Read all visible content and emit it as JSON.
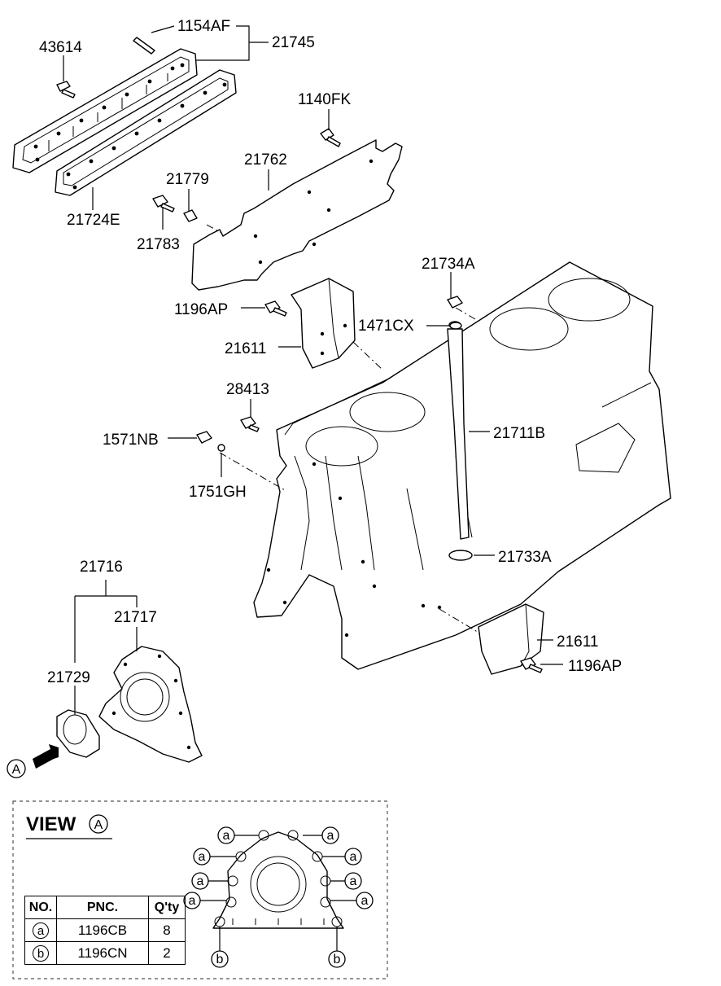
{
  "callouts": {
    "p43614": "43614",
    "p1154AF": "1154AF",
    "p21745": "21745",
    "p21724E": "21724E",
    "p1140FK": "1140FK",
    "p21762": "21762",
    "p21779": "21779",
    "p21783": "21783",
    "p21734A": "21734A",
    "p1196AP_top": "1196AP",
    "p1471CX": "1471CX",
    "p21611_top": "21611",
    "p28413": "28413",
    "p1571NB": "1571NB",
    "p21711B": "21711B",
    "p1751GH": "1751GH",
    "p21716": "21716",
    "p21717": "21717",
    "p21733A": "21733A",
    "p21729": "21729",
    "p21611_bot": "21611",
    "p1196AP_bot": "1196AP"
  },
  "view_marker": "A",
  "view_box": {
    "title_word": "VIEW",
    "title_letter": "A",
    "bolt_mark_a": "a",
    "bolt_mark_b": "b"
  },
  "legend_table": {
    "headers": [
      "NO.",
      "PNC.",
      "Q'ty"
    ],
    "rows": [
      {
        "no": "a",
        "pnc": "1196CB",
        "qty": "8"
      },
      {
        "no": "b",
        "pnc": "1196CN",
        "qty": "2"
      }
    ]
  }
}
